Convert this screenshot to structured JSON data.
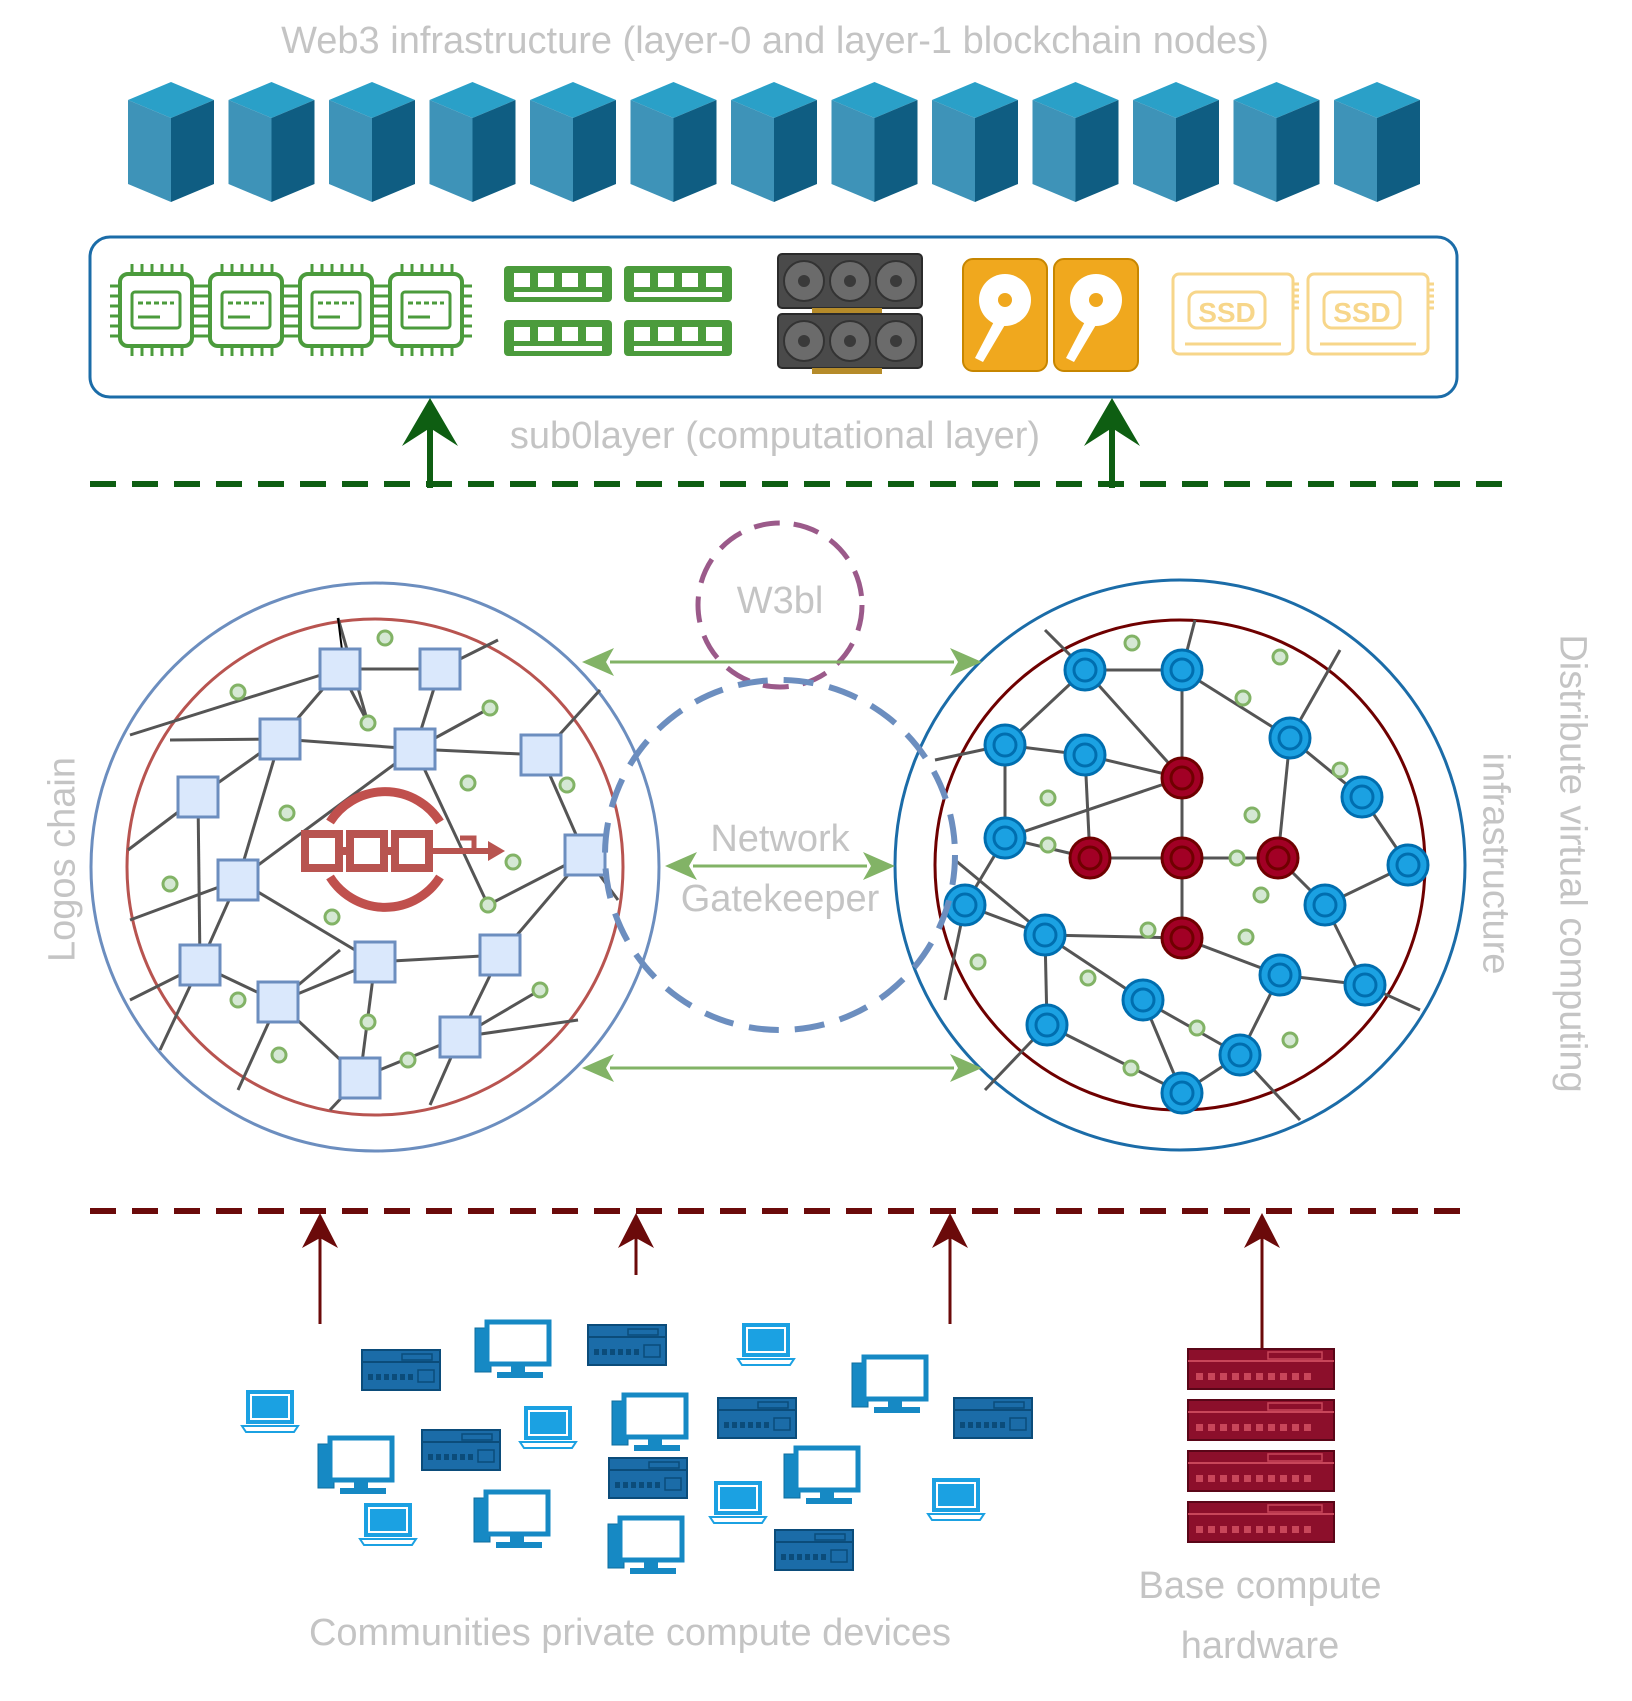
{
  "labels": {
    "web3_title": "Web3 infrastructure (layer-0 and layer-1 blockchain nodes)",
    "subolayer_title": "sub0layer (computational layer)",
    "w3bl": "W3bl",
    "network_gatekeeper_line1": "Network",
    "network_gatekeeper_line2": "Gatekeeper",
    "logos_chain": "Logos chain",
    "distributed_line1": "Distribute virtual computing",
    "distributed_line2": "infrastructure",
    "communities": "Communities private compute devices",
    "base_hw_line1": "Base compute",
    "base_hw_line2": "hardware"
  },
  "hardware": {
    "ssd_label": "SSD"
  },
  "colors": {
    "label_gray": "#c4c4c4",
    "cube_blue": "#1e7fa7",
    "cpu_green": "#4b9b3c",
    "gpu_gray": "#5a5a5a",
    "hdd_orange": "#f0a81e",
    "ssd_light": "#f7d68a",
    "dashed_green": "#0e5e12",
    "dashed_maroon": "#6b0a0a",
    "logos_outer": "#6c8ebf",
    "logos_inner": "#b85450",
    "dist_outer": "#1b6ca8",
    "dist_inner": "#6f0000",
    "node_blue": "#1ba1e2",
    "node_red": "#a20025",
    "link_green": "#82b366",
    "w3bl_purple": "#9b5a8a",
    "device_blue": "#1ba1e2",
    "server_red": "#8c0f2b"
  }
}
